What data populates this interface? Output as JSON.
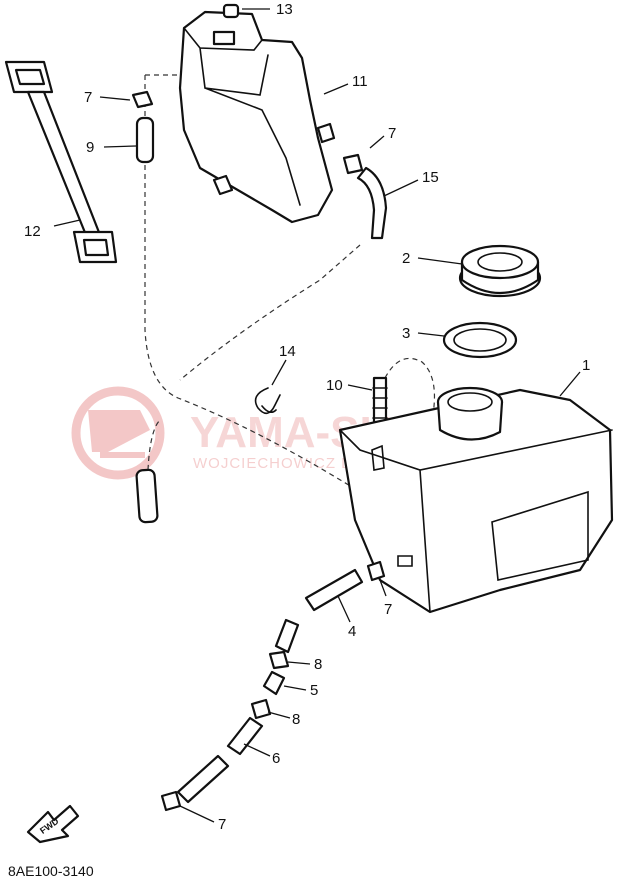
{
  "diagram": {
    "code": "8AE100-3140",
    "fwd_label": "FWD",
    "watermark": {
      "title": "YAMA-SKLEP.PL",
      "subtitle": "WOJCIECHOWICZ DEALER YAMAHA"
    },
    "callouts": [
      "13",
      "11",
      "7",
      "9",
      "7",
      "15",
      "12",
      "2",
      "3",
      "14",
      "10",
      "1",
      "7",
      "4",
      "8",
      "5",
      "8",
      "6",
      "7"
    ]
  }
}
